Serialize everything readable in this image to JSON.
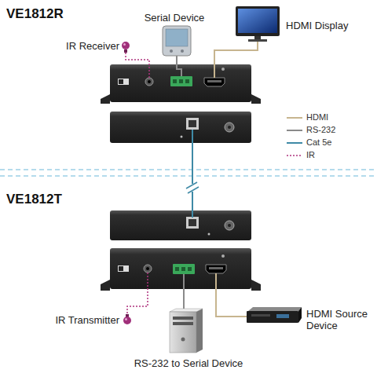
{
  "diagram": {
    "nodes": [
      {
        "text": [
          "VE1812R"
        ]
      },
      {
        "text": [
          "VE1812T"
        ]
      }
    ],
    "edges": [
      {
        "from": 0,
        "to": 1,
        "arrow": "none"
      }
    ],
    "labels": [
      "Serial Device",
      "HDMI Display",
      "IR Receiver",
      "IR Transmitter",
      "HDMI Source Device",
      "RS-232 to Serial Device"
    ],
    "legend": [
      {
        "text": "HDMI"
      },
      {
        "text": "RS-232"
      },
      {
        "text": "Cat 5e"
      },
      {
        "text": "IR"
      }
    ]
  }
}
